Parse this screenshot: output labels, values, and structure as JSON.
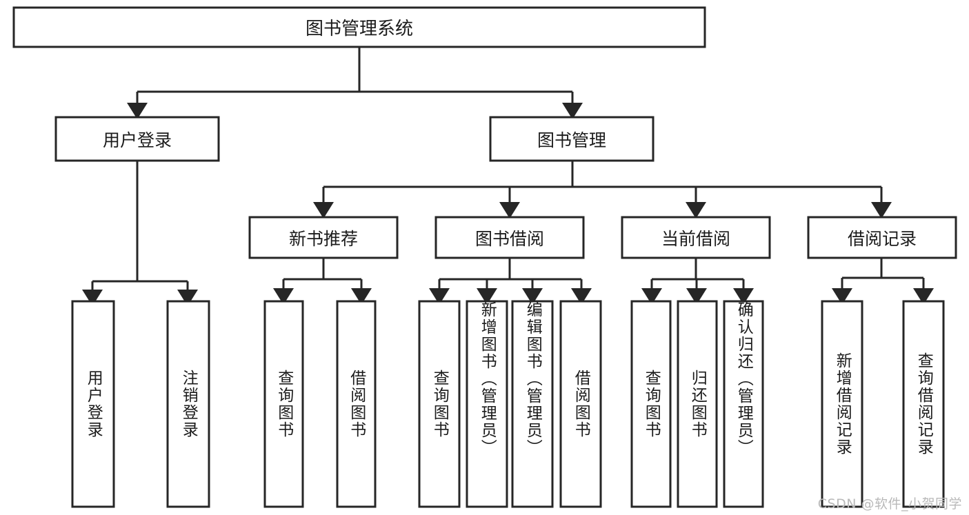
{
  "diagram": {
    "type": "hierarchy-tree",
    "title": "图书管理系统",
    "watermark": "CSDN @软件_小贺同学",
    "colors": {
      "stroke": "#262626",
      "fill": "#ffffff",
      "text": "#1b1b1b",
      "watermark": "#b9b9b9"
    },
    "levels": {
      "root": {
        "label": "图书管理系统"
      },
      "level2": [
        {
          "label": "用户登录"
        },
        {
          "label": "图书管理"
        }
      ],
      "level3": [
        {
          "label": "新书推荐"
        },
        {
          "label": "图书借阅"
        },
        {
          "label": "当前借阅"
        },
        {
          "label": "借阅记录"
        }
      ],
      "leaves": {
        "user_login": [
          {
            "label": "用户登录"
          },
          {
            "label": "注销登录"
          }
        ],
        "new_book_recommend": [
          {
            "label": "查询图书"
          },
          {
            "label": "借阅图书"
          }
        ],
        "book_borrow": [
          {
            "label": "查询图书"
          },
          {
            "label": "新增图书（管理员）"
          },
          {
            "label": "编辑图书（管理员）"
          },
          {
            "label": "借阅图书"
          }
        ],
        "current_borrow": [
          {
            "label": "查询图书"
          },
          {
            "label": "归还图书"
          },
          {
            "label": "确认归还（管理员）"
          }
        ],
        "borrow_record": [
          {
            "label": "新增借阅记录"
          },
          {
            "label": "查询借阅记录"
          }
        ]
      }
    }
  }
}
